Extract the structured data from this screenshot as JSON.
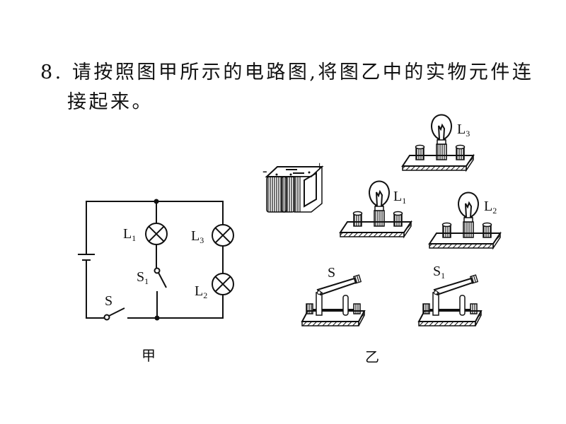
{
  "question": {
    "line1": "8. 请按照图甲所示的电路图,将图乙中的实物元件连",
    "line2": "接起来。"
  },
  "figure_jia": {
    "caption": "甲",
    "labels": {
      "L1": {
        "main": "L",
        "sub": "1"
      },
      "L2": {
        "main": "L",
        "sub": "2"
      },
      "L3": {
        "main": "L",
        "sub": "3"
      },
      "S1": {
        "main": "S",
        "sub": "1"
      },
      "S": {
        "main": "S"
      }
    }
  },
  "figure_yi": {
    "caption": "乙",
    "battery": {
      "minus": "-",
      "plus": "+"
    },
    "labels": {
      "L1": {
        "main": "L",
        "sub": "1"
      },
      "L2": {
        "main": "L",
        "sub": "2"
      },
      "L3": {
        "main": "L",
        "sub": "3"
      },
      "S1": {
        "main": "S",
        "sub": "1"
      },
      "S": {
        "main": "S"
      }
    }
  }
}
